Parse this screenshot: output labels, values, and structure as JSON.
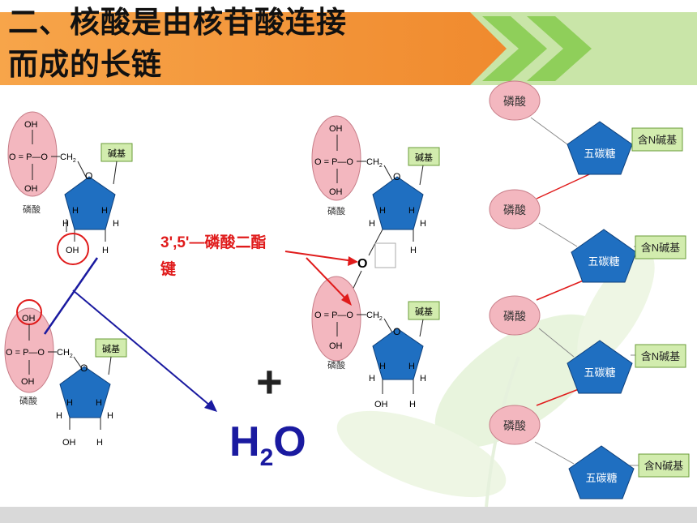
{
  "slide": {
    "title_line1": "二、核酸是由核苷酸连接",
    "title_line2": "而成的长链"
  },
  "molecule": {
    "oh": "OH",
    "phosphate_center": "O = P—O",
    "ch2": "CH",
    "sub2": "2",
    "ring_o": "O",
    "h": "H",
    "base_label": "碱基",
    "phosphate_label": "磷酸",
    "bridge_o": "O"
  },
  "annotation": {
    "bond_line1": "3',5'—磷酸二酯",
    "bond_line2": "键",
    "plus": "+",
    "water_h": "H",
    "water_2": "2",
    "water_o": "O"
  },
  "chain": {
    "phosphate": "磷酸",
    "sugar": "五碳糖",
    "base": "含N碱基"
  },
  "colors": {
    "title_orange": "#f08a2e",
    "sugar_blue": "#1f6fc1",
    "phosphate_pink": "#f3b7bf",
    "base_green": "#d2ecae",
    "red": "#e01b1b",
    "navy": "#1a1aa0"
  }
}
